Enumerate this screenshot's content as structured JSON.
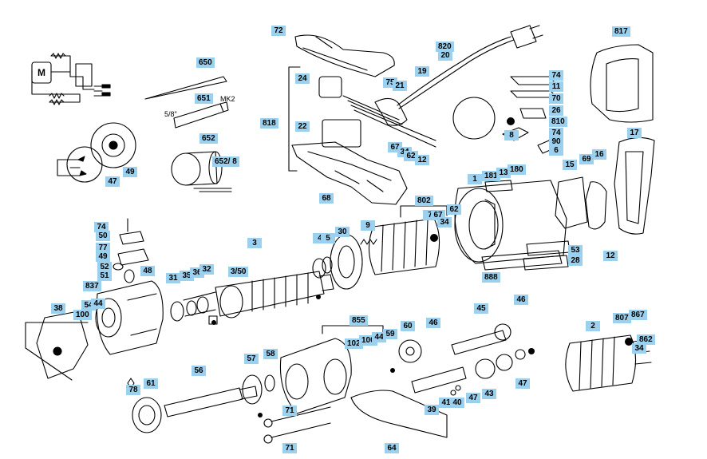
{
  "labels": {
    "l72": "72",
    "l820": "820",
    "l20": "20",
    "l817": "817",
    "l650": "650",
    "l19": "19",
    "l74a": "74",
    "l11": "11",
    "l24": "24",
    "l75": "75",
    "l21": "21",
    "l70": "70",
    "l651": "651",
    "l818": "818",
    "l26": "26",
    "l810": "810",
    "l22": "22",
    "l74b": "74",
    "l90": "90",
    "l6": "6",
    "l17": "17",
    "l8": "8",
    "l652": "652",
    "l6528": "652/ 8",
    "l67a": "67",
    "l34a": "34",
    "l62a": "62",
    "l12a": "12",
    "l69": "69",
    "l16": "16",
    "l15": "15",
    "l181": "181",
    "l13": "13",
    "l180": "180",
    "l1": "1",
    "l49a": "49",
    "l47a": "47",
    "l68": "68",
    "l802": "802",
    "l7": "7",
    "l67b": "67",
    "l62b": "62",
    "l34b": "34",
    "l9": "9",
    "l74c": "74",
    "l50": "50",
    "l3": "3",
    "l4": "4",
    "l5": "5",
    "l30": "30",
    "l77": "77",
    "l49b": "49",
    "l53": "53",
    "l12b": "12",
    "l28": "28",
    "l52": "52",
    "l51": "51",
    "l48": "48",
    "l350": "3/50",
    "l888": "888",
    "l31": "31",
    "l35": "35",
    "l36": "36",
    "l32": "32",
    "l837": "837",
    "l54": "54",
    "l44a": "44",
    "l45": "45",
    "l46a": "46",
    "l38": "38",
    "l100a": "100",
    "l2": "2",
    "l807": "807",
    "l867": "867",
    "l855": "855",
    "l60": "60",
    "l46b": "46",
    "l862": "862",
    "l34c": "34",
    "l102": "102",
    "l100b": "100",
    "l44b": "44",
    "l59": "59",
    "l57": "57",
    "l58": "58",
    "l56": "56",
    "l43": "43",
    "l47b": "47",
    "l78": "78",
    "l61": "61",
    "l41": "41",
    "l40": "40",
    "l47c": "47",
    "l39": "39",
    "l71a": "71",
    "l71b": "71",
    "l64": "64"
  },
  "texts": {
    "t58": "5/8\"",
    "tmk2": "MK2",
    "tm": "M"
  }
}
